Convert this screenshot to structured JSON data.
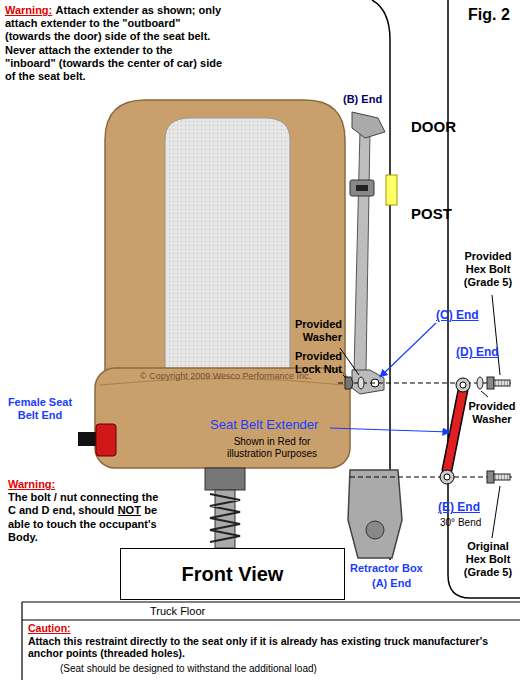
{
  "diagram": {
    "title": "Fig. 2",
    "nodes": [
      {
        "text": [
          "Front View"
        ]
      }
    ],
    "labels": [
      "Warning:",
      "Attach extender as shown; only attach extender to the \"outboard\" (towards the door) side of the seat belt. Never attach the extender to the \"inboard\" (towards the center of car) side of the seat belt.",
      "(B) End",
      "DOOR",
      "POST",
      "Provided Hex Bolt (Grade 5)",
      "Provided Washer",
      "Provided Lock Nut",
      "(C) End",
      "(D) End",
      "Provided Washer",
      "Female Seat Belt End",
      "© Copyright 2009 Wesco Performance Inc.",
      "Seat Belt Extender",
      "Shown in Red for illustration Purposes",
      "(E) End",
      "30° Bend",
      "Original Hex Bolt (Grade 5)",
      "Warning:",
      "The bolt / nut connecting the C and D end, should",
      "NOT",
      "be able to touch the occupant's Body.",
      "Retractor Box",
      "(A) End",
      "Truck Floor",
      "Caution:",
      "Attach this restraint directly to the seat only if it is already has existing truck manufacturer's anchor points (threaded holes).",
      "(Seat should be designed to withstand the additional load)"
    ]
  }
}
